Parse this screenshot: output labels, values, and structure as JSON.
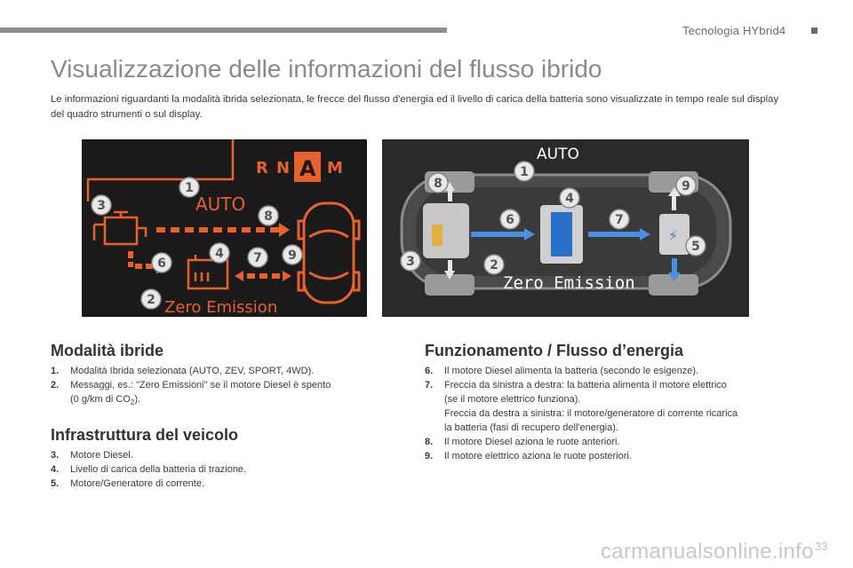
{
  "header": {
    "chapter": "Tecnologia HYbrid4",
    "page_number": "33"
  },
  "title": "Visualizzazione delle informazioni del flusso ibrido",
  "intro": "Le informazioni riguardanti la modalità ibrida selezionata, le frecce del flusso d'energia ed il livello di carica della batteria sono visualizzate in tempo reale sul display del quadro strumenti o sul display.",
  "left_display": {
    "gear_letters": [
      "R",
      "N",
      "A",
      "M"
    ],
    "active_gear": "A",
    "mode_text": "AUTO",
    "message": "Zero Emission",
    "callouts": [
      "1",
      "2",
      "3",
      "4",
      "5",
      "6",
      "7",
      "8",
      "9"
    ]
  },
  "right_display": {
    "mode_text": "AUTO",
    "message": "Zero Emission"
  },
  "sections": {
    "modalita": {
      "title": "Modalità ibride",
      "items": [
        {
          "num": "1.",
          "text": "Modalità Ibrida selezionata (AUTO, ZEV, SPORT, 4WD)."
        },
        {
          "num": "2.",
          "text": "Messaggi, es.: \"Zero Emissioni\" se il motore Diesel è spento",
          "text2": "(0 g/km di CO",
          "sub": "2",
          "text3": ")."
        }
      ]
    },
    "infrastruttura": {
      "title": "Infrastruttura del veicolo",
      "items": [
        {
          "num": "3.",
          "text": "Motore Diesel."
        },
        {
          "num": "4.",
          "text": "Livello di carica della batteria di trazione."
        },
        {
          "num": "5.",
          "text": "Motore/Generatore di corrente."
        }
      ]
    },
    "funzionamento": {
      "title": "Funzionamento / Flusso d’energia",
      "items": [
        {
          "num": "6.",
          "text": "Il motore Diesel alimenta la batteria (secondo le esigenze)."
        },
        {
          "num": "7.",
          "text": "Freccia da sinistra a destra: la batteria alimenta il motore elettrico",
          "text2": "(se il motore elettrico funziona).",
          "text3": "Freccia da destra a sinistra: il motore/generatore di corrente ricarica",
          "text4": "la batteria (fasi di recupero dell'energia)."
        },
        {
          "num": "8.",
          "text": "Il motore Diesel aziona le ruote anteriori."
        },
        {
          "num": "9.",
          "text": "Il motore elettrico aziona le ruote posteriori."
        }
      ]
    }
  },
  "watermark": "carmanualsonline.info",
  "colors": {
    "display_orange": "#e8602a",
    "display_blue": "#3c7fd0",
    "title_gray": "#8a8a8a"
  }
}
